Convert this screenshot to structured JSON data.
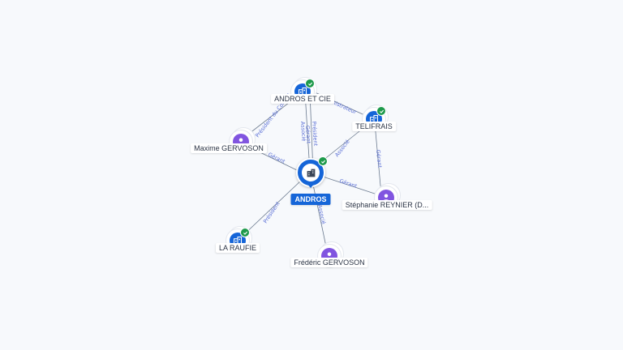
{
  "colors": {
    "company": "#1565d8",
    "person": "#8155e0",
    "verified": "#1e9a4b",
    "edge": "#6b7a8f",
    "edge_label": "#5a6fd6",
    "main_label_bg": "#1565d8"
  },
  "nodes": {
    "andros": {
      "label": "ANDROS",
      "icon": "building-icon",
      "type": "company",
      "main": true,
      "verified": true
    },
    "andros_et_cie": {
      "label": "ANDROS ET CIE",
      "icon": "building-icon",
      "type": "company",
      "verified": true
    },
    "telifrais": {
      "label": "TELIFRAIS",
      "icon": "building-icon",
      "type": "company",
      "verified": true
    },
    "la_raufie": {
      "label": "LA RAUFIE",
      "icon": "building-icon",
      "type": "company",
      "verified": true
    },
    "maxime": {
      "label": "Maxime GERVOSON",
      "icon": "person-icon",
      "type": "person"
    },
    "stephanie": {
      "label": "Stéphanie REYNIER (D...",
      "icon": "person-icon",
      "type": "person"
    },
    "frederic": {
      "label": "Frédéric GERVOSON",
      "icon": "person-icon",
      "type": "person"
    }
  },
  "edges": {
    "aec_andros_associe": {
      "label": "Associé"
    },
    "aec_andros_gerant": {
      "label": "Gérant"
    },
    "aec_andros_president": {
      "label": "Président"
    },
    "aec_telifrais": {
      "label": "Administrateur"
    },
    "maxime_aec": {
      "label": "Président du Conseil"
    },
    "maxime_andros": {
      "label": "Gérant"
    },
    "andros_telifrais": {
      "label": "Associé"
    },
    "stephanie_andros": {
      "label": "Gérant"
    },
    "stephanie_telifrais": {
      "label": "Gérant"
    },
    "andros_raufie": {
      "label": "Président"
    },
    "frederic_andros": {
      "label": "Associé"
    }
  }
}
